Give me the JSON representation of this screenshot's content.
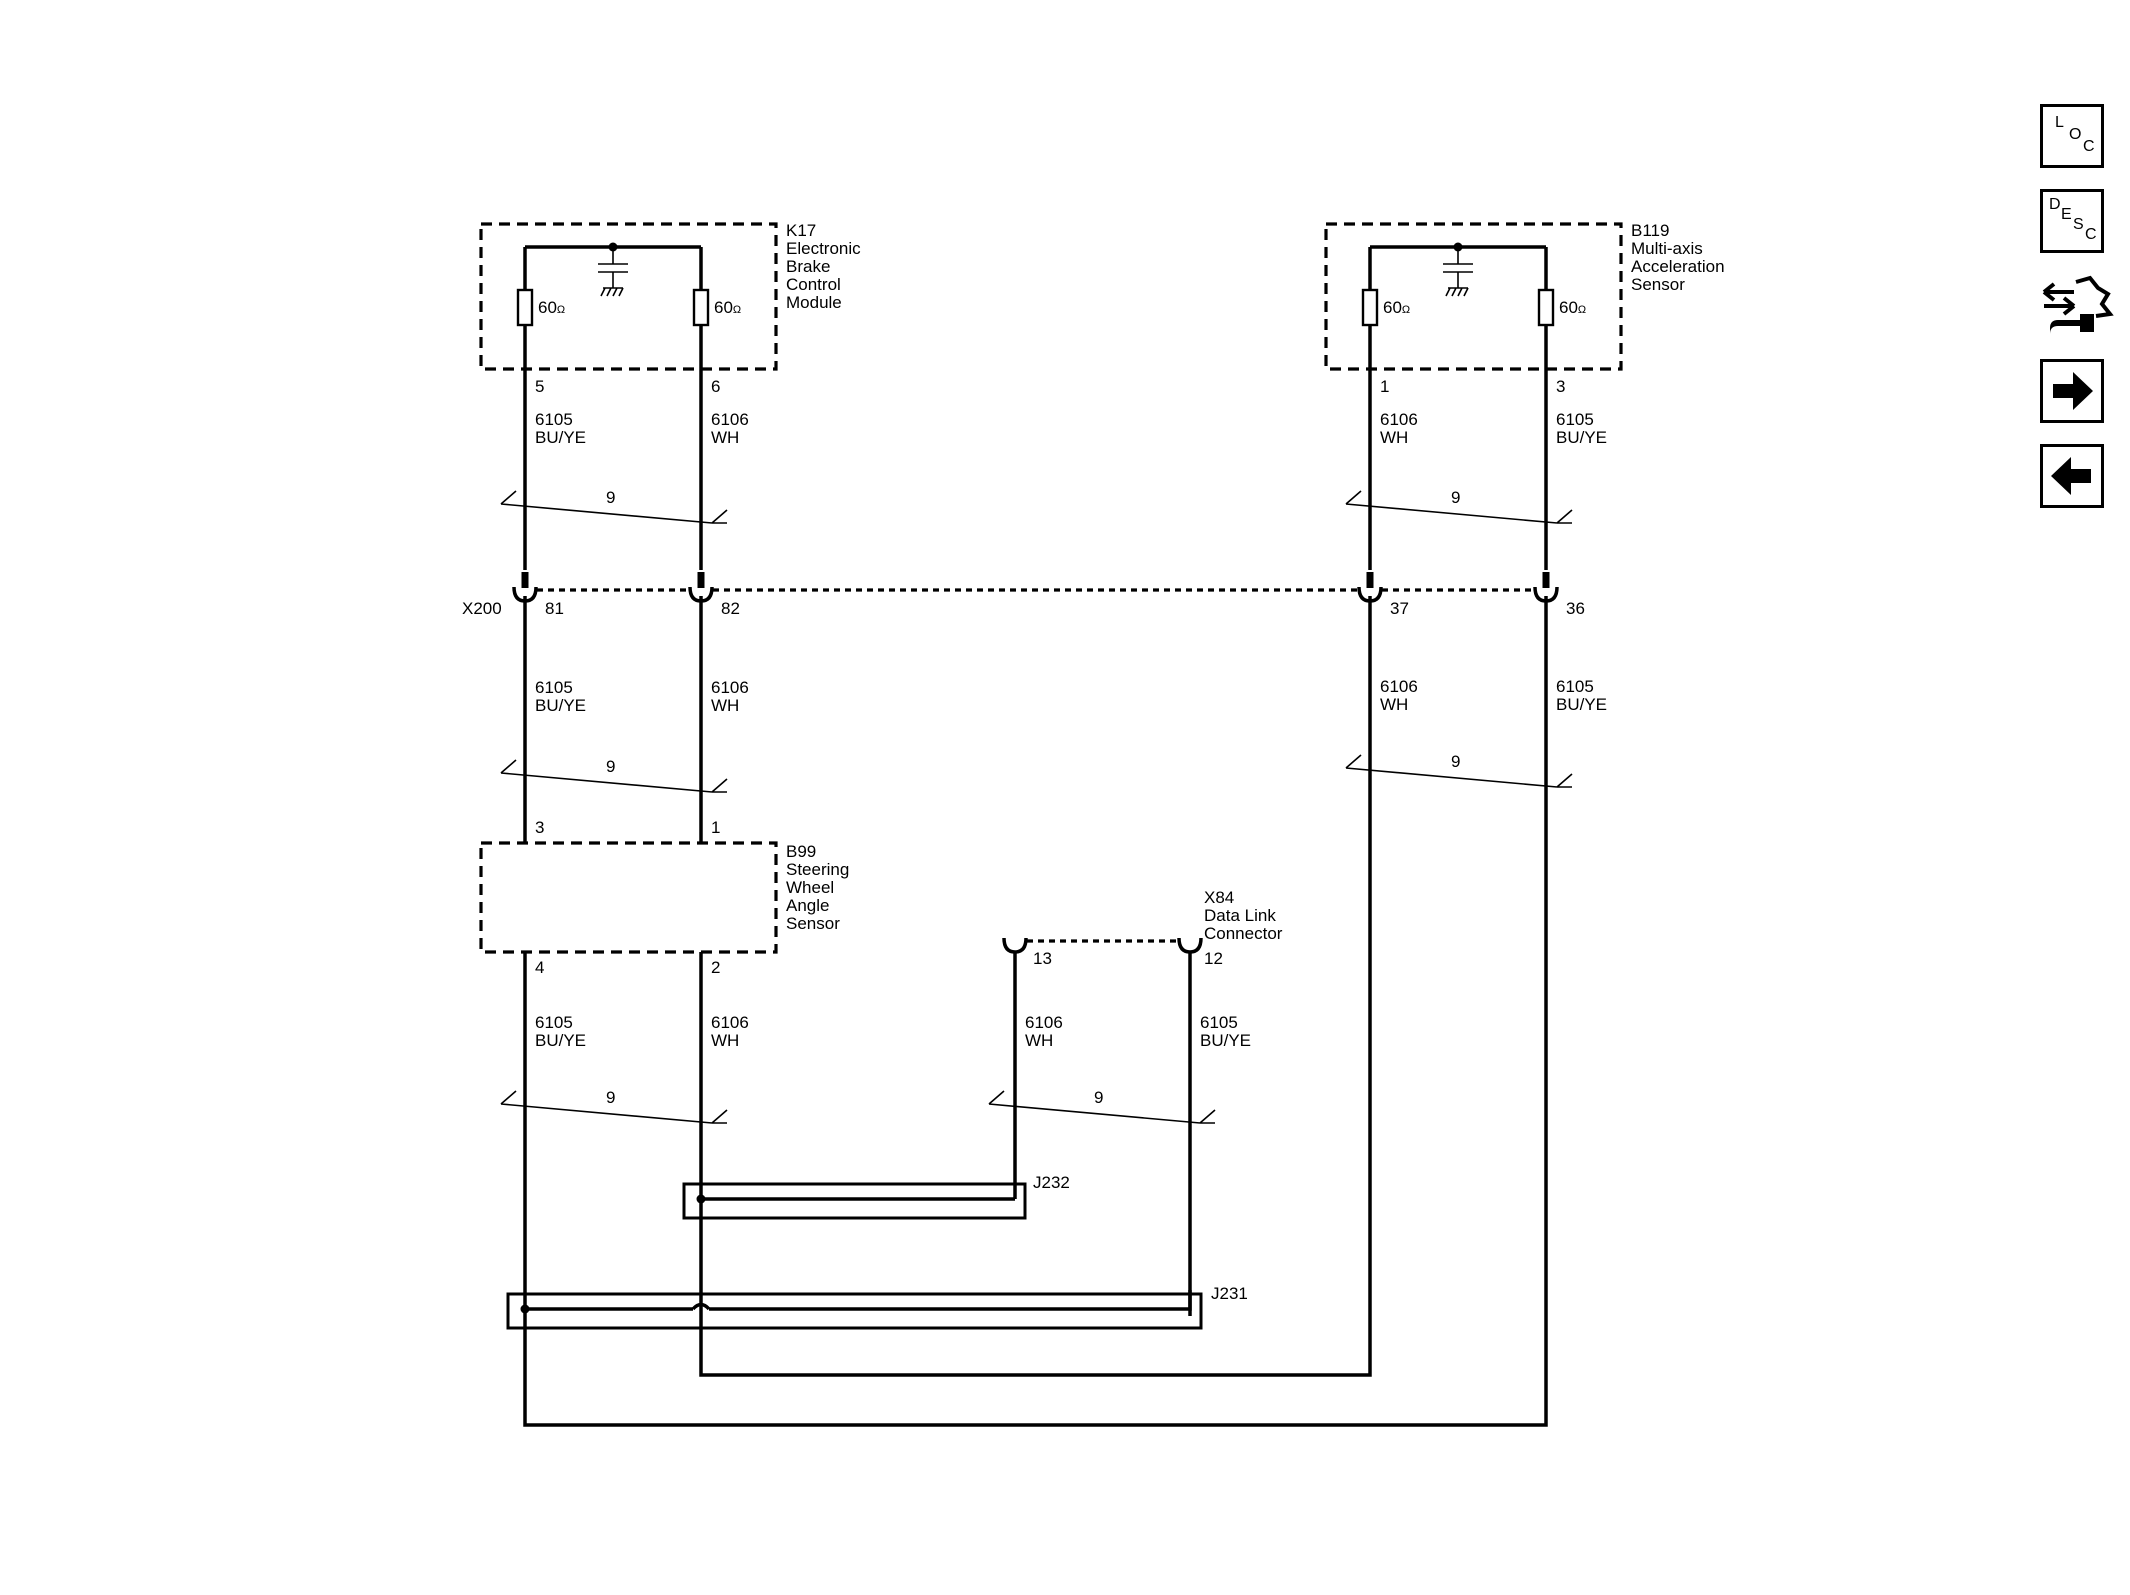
{
  "components": {
    "k17": {
      "ref": "K17",
      "name": [
        "Electronic",
        "Brake",
        "Control",
        "Module"
      ],
      "pins": [
        "5",
        "6"
      ],
      "resistors": [
        "60",
        "60"
      ]
    },
    "b119": {
      "ref": "B119",
      "name": [
        "Multi-axis",
        "Acceleration",
        "Sensor"
      ],
      "pins": [
        "1",
        "3"
      ],
      "resistors": [
        "60",
        "60"
      ]
    },
    "b99": {
      "ref": "B99",
      "name": [
        "Steering",
        "Wheel",
        "Angle",
        "Sensor"
      ],
      "pins_top": [
        "3",
        "1"
      ],
      "pins_bottom": [
        "4",
        "2"
      ]
    },
    "x84": {
      "ref": "X84",
      "name": [
        "Data Link",
        "Connector"
      ],
      "pins": [
        "13",
        "12"
      ]
    },
    "x200": {
      "ref": "X200",
      "pins": [
        "81",
        "82",
        "37",
        "36"
      ]
    },
    "j232": {
      "ref": "J232"
    },
    "j231": {
      "ref": "J231"
    }
  },
  "ohm_symbol": "Ω",
  "twist_label": "9",
  "wire_labels": {
    "k17_to_x200": [
      {
        "circuit": "6105",
        "color": "BU/YE"
      },
      {
        "circuit": "6106",
        "color": "WH"
      }
    ],
    "b119_to_x200": [
      {
        "circuit": "6106",
        "color": "WH"
      },
      {
        "circuit": "6105",
        "color": "BU/YE"
      }
    ],
    "x200_to_b99": [
      {
        "circuit": "6105",
        "color": "BU/YE"
      },
      {
        "circuit": "6106",
        "color": "WH"
      }
    ],
    "x200_to_splice": [
      {
        "circuit": "6106",
        "color": "WH"
      },
      {
        "circuit": "6105",
        "color": "BU/YE"
      }
    ],
    "b99_to_splice": [
      {
        "circuit": "6105",
        "color": "BU/YE"
      },
      {
        "circuit": "6106",
        "color": "WH"
      }
    ],
    "x84_to_splice": [
      {
        "circuit": "6106",
        "color": "WH"
      },
      {
        "circuit": "6105",
        "color": "BU/YE"
      }
    ]
  },
  "sidebar": {
    "loc": [
      "L",
      "O",
      "C"
    ],
    "desc": [
      "D",
      "E",
      "S",
      "C"
    ],
    "icons": [
      "location-icon",
      "description-icon",
      "connector-repair-icon",
      "next-arrow-icon",
      "previous-arrow-icon"
    ]
  }
}
